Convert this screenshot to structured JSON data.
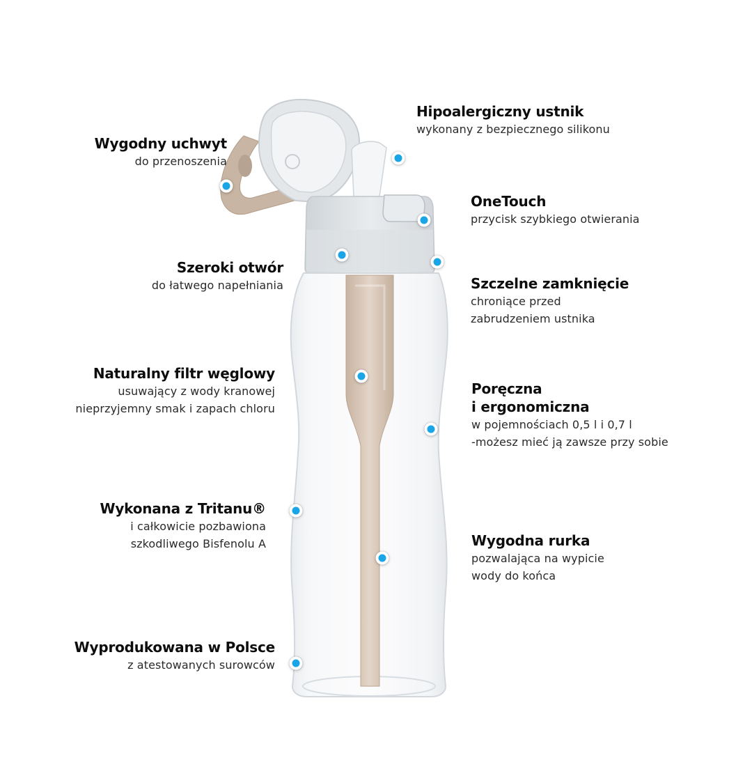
{
  "features": {
    "handle": {
      "title": "Wygodny uchwyt",
      "desc": [
        "do przenoszenia"
      ]
    },
    "opening": {
      "title": "Szeroki otwór",
      "desc": [
        "do łatwego napełniania"
      ]
    },
    "filter": {
      "title": "Naturalny filtr węglowy",
      "desc": [
        "usuwający z wody kranowej",
        "nieprzyjemny smak i zapach chloru"
      ]
    },
    "tritan": {
      "title": "Wykonana z Tritanu®",
      "desc": [
        "i całkowicie pozbawiona",
        "szkodliwego Bisfenolu A"
      ]
    },
    "poland": {
      "title": "Wyprodukowana w Polsce",
      "desc": [
        "z atestowanych surowców"
      ]
    },
    "mouthpiece": {
      "title": "Hipoalergiczny ustnik",
      "desc": [
        "wykonany z bezpiecznego silikonu"
      ]
    },
    "onetouch": {
      "title": "OneTouch",
      "desc": [
        "przycisk szybkiego otwierania"
      ]
    },
    "seal": {
      "title": "Szczelne zamknięcie",
      "desc": [
        "chroniące przed",
        "zabrudzeniem ustnika"
      ]
    },
    "handy": {
      "title": "Poręczna\ni ergonomiczna",
      "title_lines": [
        "Poręczna",
        "i ergonomiczna"
      ],
      "desc": [
        "w pojemnościach 0,5 l i 0,7 l",
        "-możesz mieć ją zawsze przy sobie"
      ]
    },
    "straw": {
      "title": "Wygodna rurka",
      "desc": [
        "pozwalająca na wypicie",
        "wody do końca"
      ]
    }
  },
  "colors": {
    "marker": "#1aa6e6",
    "cap": "#dfe3e6",
    "strap": "#c7b3a2",
    "tube": "#d4c2b2",
    "bottle_edge": "#d8dde2"
  },
  "icons": [
    "marker-dot-icon"
  ]
}
